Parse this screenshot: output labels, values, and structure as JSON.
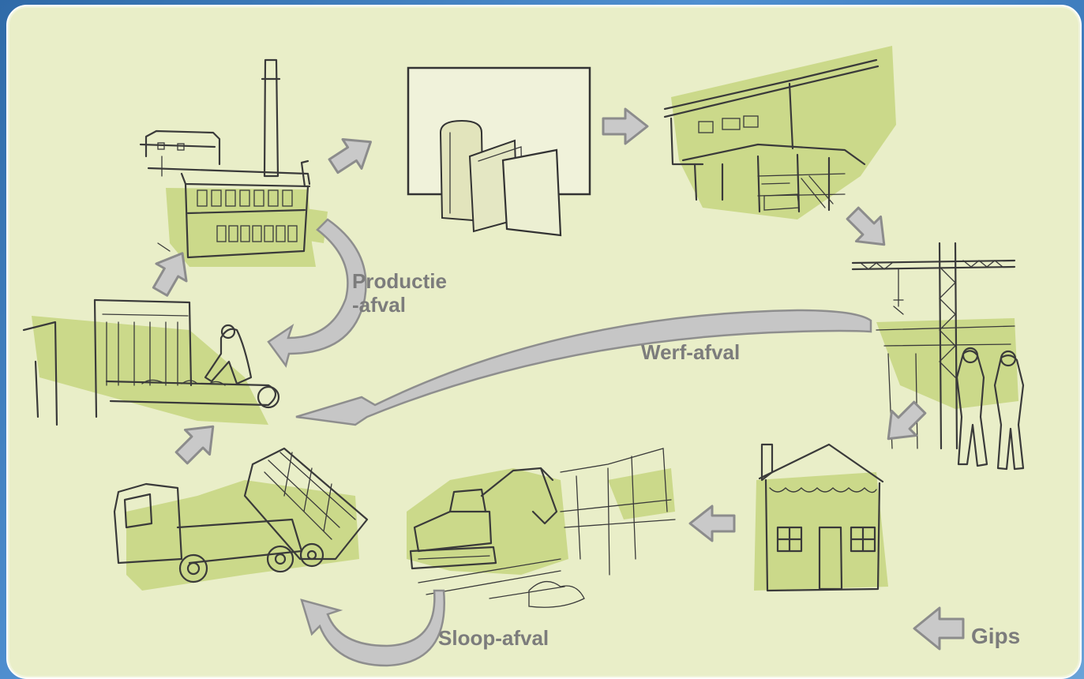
{
  "labels": {
    "productie": "Productie\n-afval",
    "werf": "Werf-afval",
    "sloop": "Sloop-afval",
    "gips": "Gips"
  },
  "icons": [
    "factory-icon",
    "gypsum-board-products-icon",
    "warehouse-icon",
    "construction-crane-icon",
    "house-icon",
    "excavator-demolition-icon",
    "container-truck-icon",
    "recycling-conveyor-icon"
  ],
  "colors": {
    "panel_background": "#e9eec8",
    "sketch_wash": "#cbd98a",
    "arrow_fill": "#c9c9c9",
    "label_text": "#7c7c7c"
  }
}
